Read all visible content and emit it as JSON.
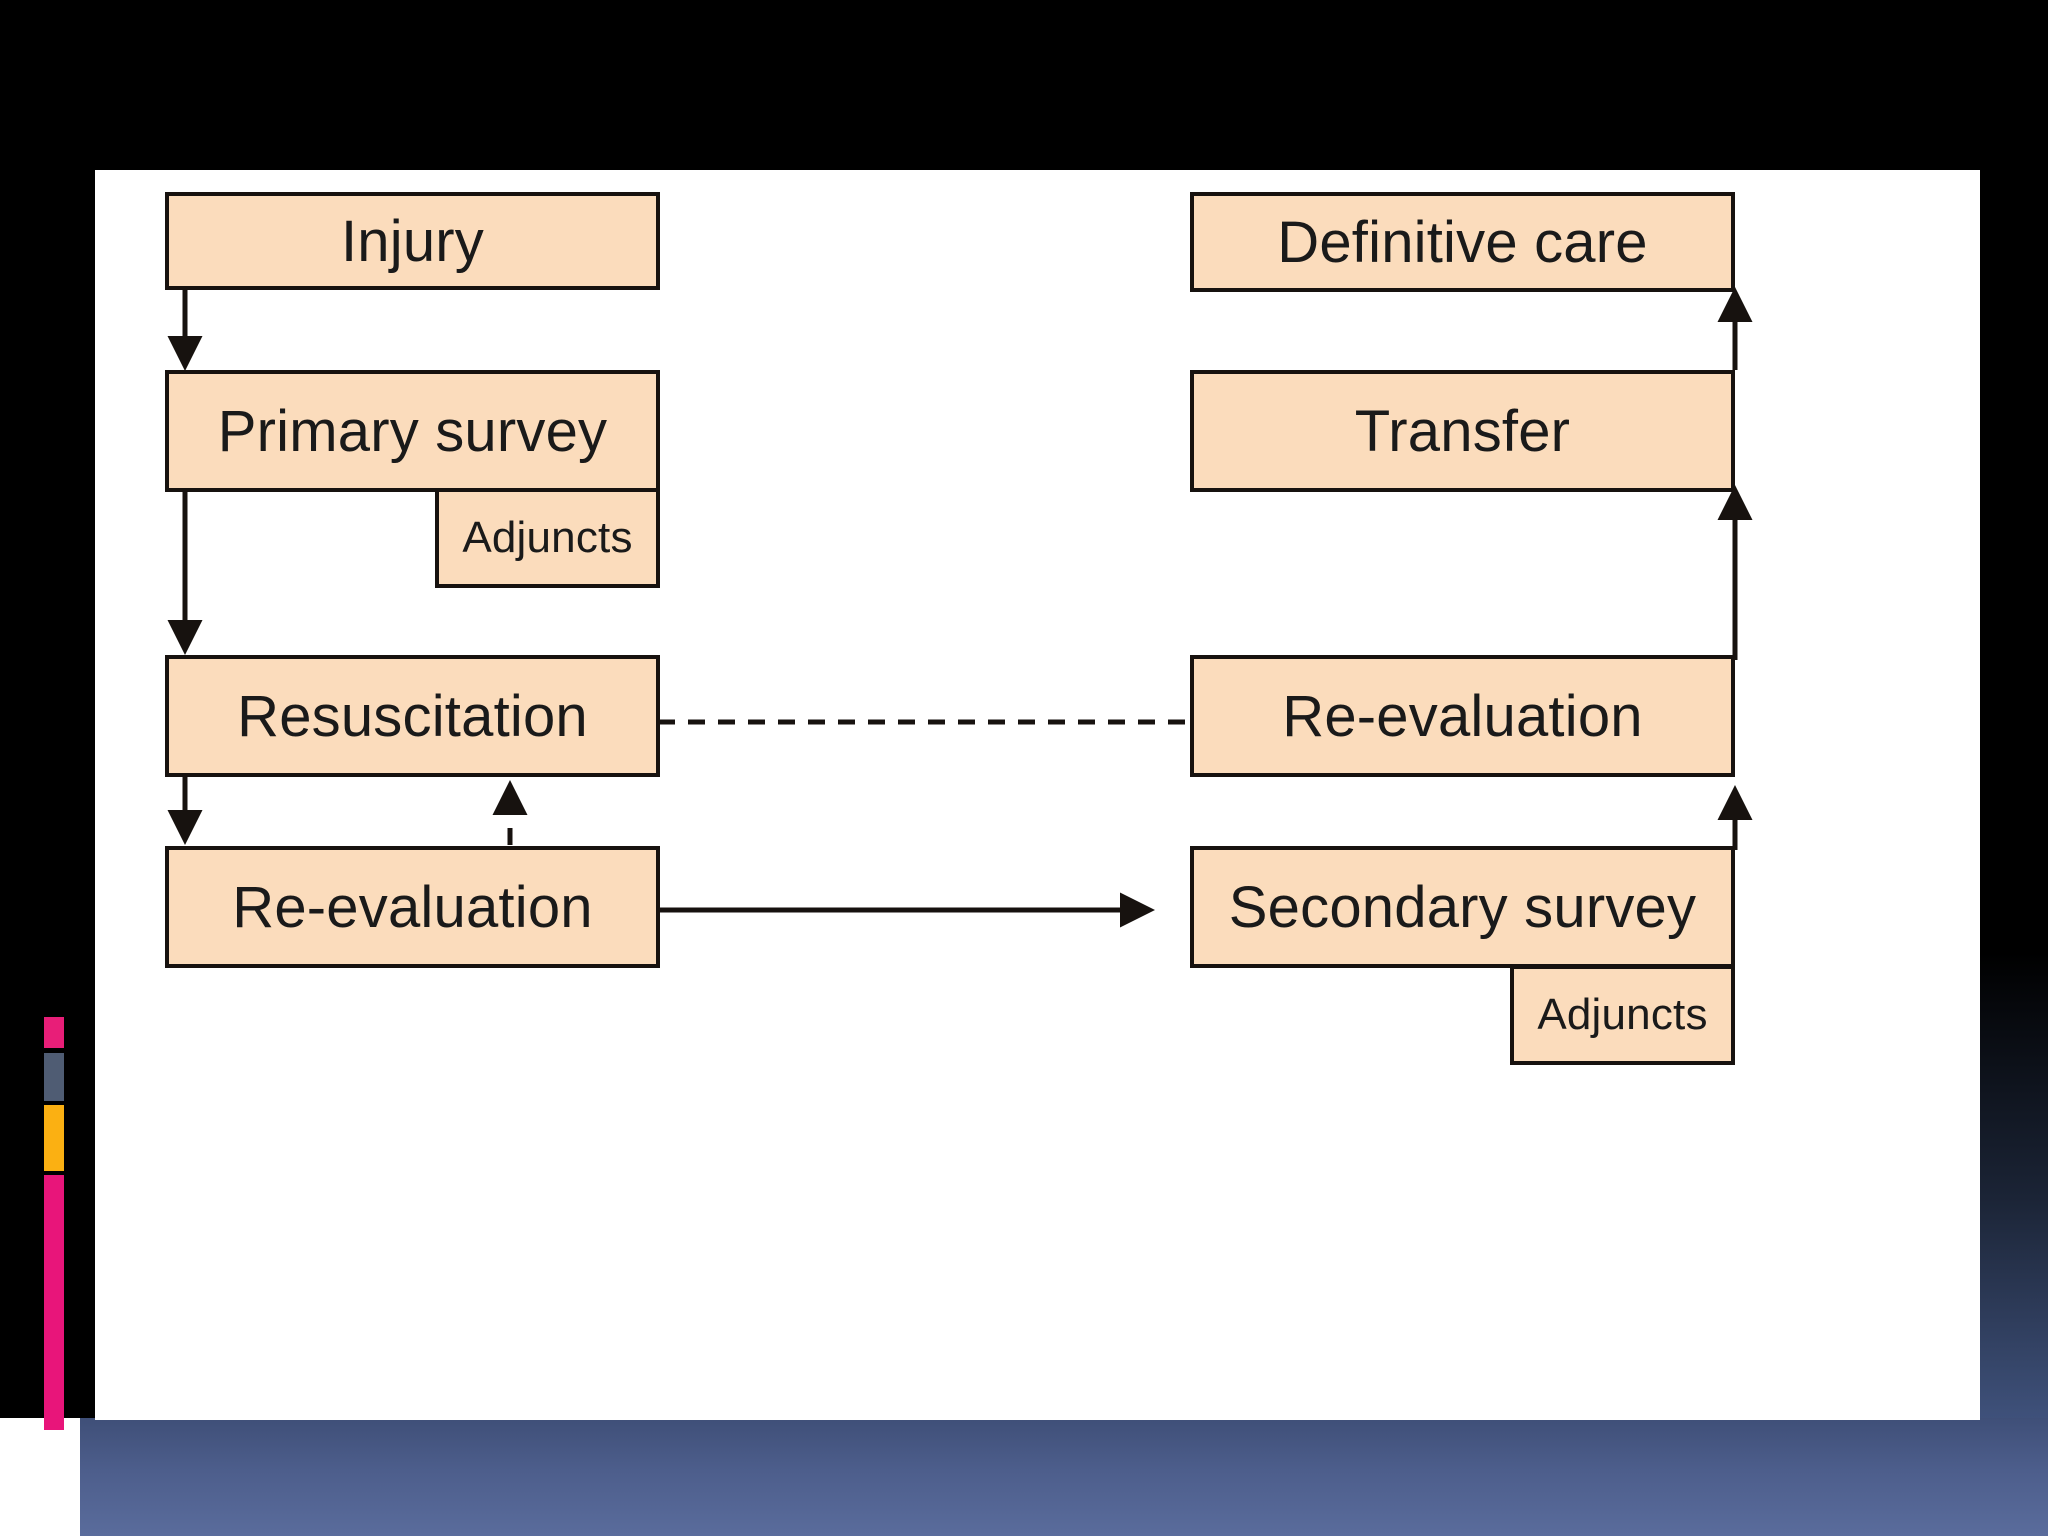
{
  "slide": {
    "background_color": "#000000",
    "panel_color": "#FFFFFF",
    "accent_colors": {
      "pink": "#E8157A",
      "slate": "#4F5C73",
      "amber": "#FBB012",
      "footer_blue": "#4D5E8C"
    }
  },
  "diagram": {
    "title": "",
    "node_fill": "#FBDCBC",
    "node_border": "#17120F",
    "nodes": [
      {
        "id": "injury",
        "label": "Injury"
      },
      {
        "id": "primary-survey",
        "label": "Primary survey"
      },
      {
        "id": "adjuncts-primary",
        "label": "Adjuncts"
      },
      {
        "id": "resuscitation",
        "label": "Resuscitation"
      },
      {
        "id": "re-evaluation-left",
        "label": "Re-evaluation"
      },
      {
        "id": "secondary-survey",
        "label": "Secondary survey"
      },
      {
        "id": "adjuncts-secondary",
        "label": "Adjuncts"
      },
      {
        "id": "re-evaluation-right",
        "label": "Re-evaluation"
      },
      {
        "id": "transfer",
        "label": "Transfer"
      },
      {
        "id": "definitive-care",
        "label": "Definitive care"
      }
    ],
    "edges": [
      {
        "from": "injury",
        "to": "primary-survey",
        "style": "solid",
        "direction": "down"
      },
      {
        "from": "primary-survey",
        "to": "resuscitation",
        "style": "solid",
        "direction": "down"
      },
      {
        "from": "resuscitation",
        "to": "re-evaluation-left",
        "style": "solid",
        "direction": "down"
      },
      {
        "from": "re-evaluation-left",
        "to": "resuscitation",
        "style": "dashed",
        "direction": "up"
      },
      {
        "from": "re-evaluation-left",
        "to": "secondary-survey",
        "style": "solid",
        "direction": "right"
      },
      {
        "from": "secondary-survey",
        "to": "re-evaluation-right",
        "style": "solid",
        "direction": "up"
      },
      {
        "from": "re-evaluation-right",
        "to": "resuscitation",
        "style": "dashed",
        "direction": "left"
      },
      {
        "from": "re-evaluation-right",
        "to": "transfer",
        "style": "solid",
        "direction": "up"
      },
      {
        "from": "transfer",
        "to": "definitive-care",
        "style": "solid",
        "direction": "up"
      }
    ]
  }
}
